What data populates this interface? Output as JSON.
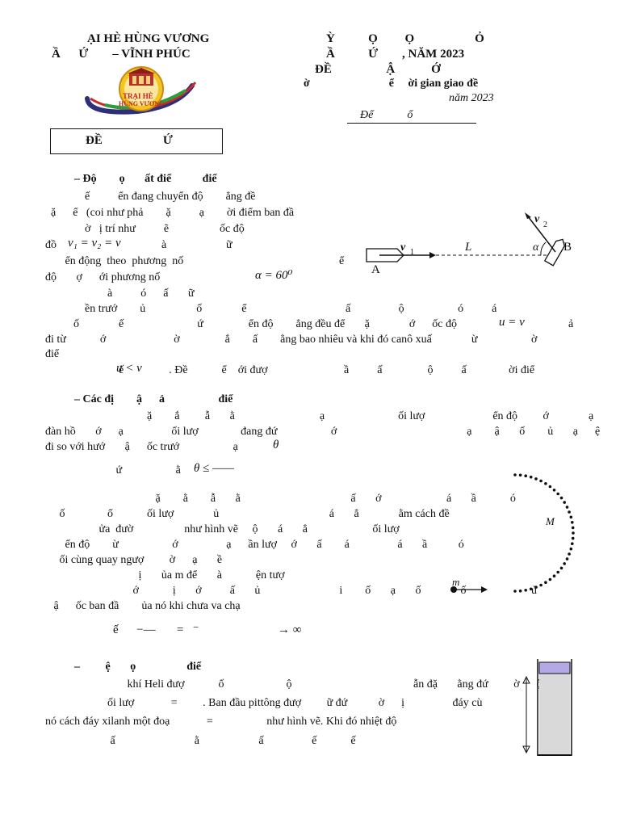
{
  "header": {
    "left_line1": "ẠI HÈ HÙNG VƯƠNG",
    "left_line2": "Ầ      Ứ        – VĨNH PHÚC",
    "right_line1": "Ỳ           Ọ         Ọ                    Ỏ",
    "right_line2": "Ầ           Ứ        , NĂM 2023",
    "right_line3": "ĐỀ                  Ậ            Ớ",
    "right_line4": "ờ                            ể     ời gian giao đề",
    "right_line5": "năm 2023",
    "right_line6": "Để            ổ",
    "exam_box_label": "ĐỀ                    Ứ",
    "logo_text_1": "TRẠI HÈ",
    "logo_text_2": "HÙNG VƯƠNG"
  },
  "q1": {
    "title": "– Độ        ọ       ất điể           điể",
    "lines": [
      "              ế          ển đang chuyển độ        ẳng đề",
      "  ặ      ể   (coi như phả        ặ          ạ        ời điểm ban đầ",
      "              ờ   ị trí như          ẽ                  ốc độ",
      "đồ",
      "       ển động  theo  phương  nố",
      "độ       ợ      ới phương nố",
      "                      à          ó      ấ       ữ",
      "              ền trướ        ủ                  ố              ể                                   ấ                 ộ                   ó          á",
      "          ố              ế                          ứ                ển độ        ẳng đều để       ặ              ớ      ốc độ",
      "đi từ            ớ                        ờ                ắ        ấ        ằng bao nhiêu và khi đó canô xuấ              ừ                   ờ",
      "điể",
      "                          ế                . Đề            ể    ới đượ                           ầ          ấ                ộ          ấ               ời điể"
    ],
    "eq_v": "v₁ = v₂ = v",
    "eq_alpha": "α = 60⁰",
    "eq_u": "u = v",
    "eq_ult": "u < v",
    "small_a": "à",
    "small_uu": "ữ",
    "small_e": "ể",
    "small_a2": "ả"
  },
  "fig1": {
    "label_a": "A",
    "label_b": "B",
    "label_l": "L",
    "label_v1": "v",
    "label_v1_sub": "1",
    "label_v2": "v",
    "label_v2_sub": "2",
    "label_alpha": "α"
  },
  "q2": {
    "title": "– Các đị        ậ      ả                   điể",
    "lines": [
      "                                    ặ        ắ         ẫ       ằ                              ạ                          ối lượ                        ển độ         ớ              ạ",
      "đàn hồ       ớ      ạ                 ối lượ               đang đứ                   ớ                                              ạ        ậ       ố        ủ       ạ      ệ",
      "đi so với hướ       ậ      ốc trướ                   ạ",
      "                         ứ                   ằ",
      "                                       ặ        ằ        ẫ       ằ                                       ấ       ớ                       á       ầ            ó",
      "     ố               ổ            ối lượ              ủ                                       á       ẳ              ằm cách đề",
      "                   ửa  đườ                  như hình vẽ     ộ       á       ẳ                       ối lượ",
      "       ển độ        ừ                   ớ                 ạ      ần lượ     ớ       ấ        á                 á       ầ           ó",
      "     ối cùng quay ngượ         ờ      ạ       ề",
      "                                 ị       ủa m để       à            ện tượ",
      "                               ớ            ị       ớ          ấ       ủ                            i        ố       ạ       ố              ố                       ủ",
      "   ậ      ốc ban đầ        ủa nó khi chưa va chạ"
    ],
    "eq_theta": "θ",
    "eq_theta_le": "θ ≤ ——",
    "eq_final": "ế      −—       =   ⁻                          → ∞"
  },
  "fig2": {
    "label_m_big": "M",
    "label_m_small": "m"
  },
  "q3": {
    "title": "–         ệ       ọ                  điể",
    "lines": [
      "                             khí Heli đượ            ố                      ộ                                           ẫn đặ       ằng đứ         ờ      ộ",
      "                      ối lượ             =         . Ban đầu pittông đượ         ữ đứ           ờ      ị                 đáy cù",
      "nó cách đáy xilanh một đoạ             =                   như hình vẽ. Khi đó nhiệt độ",
      "                       ấ                            ằ                     ấ                 ế            ế"
    ]
  }
}
